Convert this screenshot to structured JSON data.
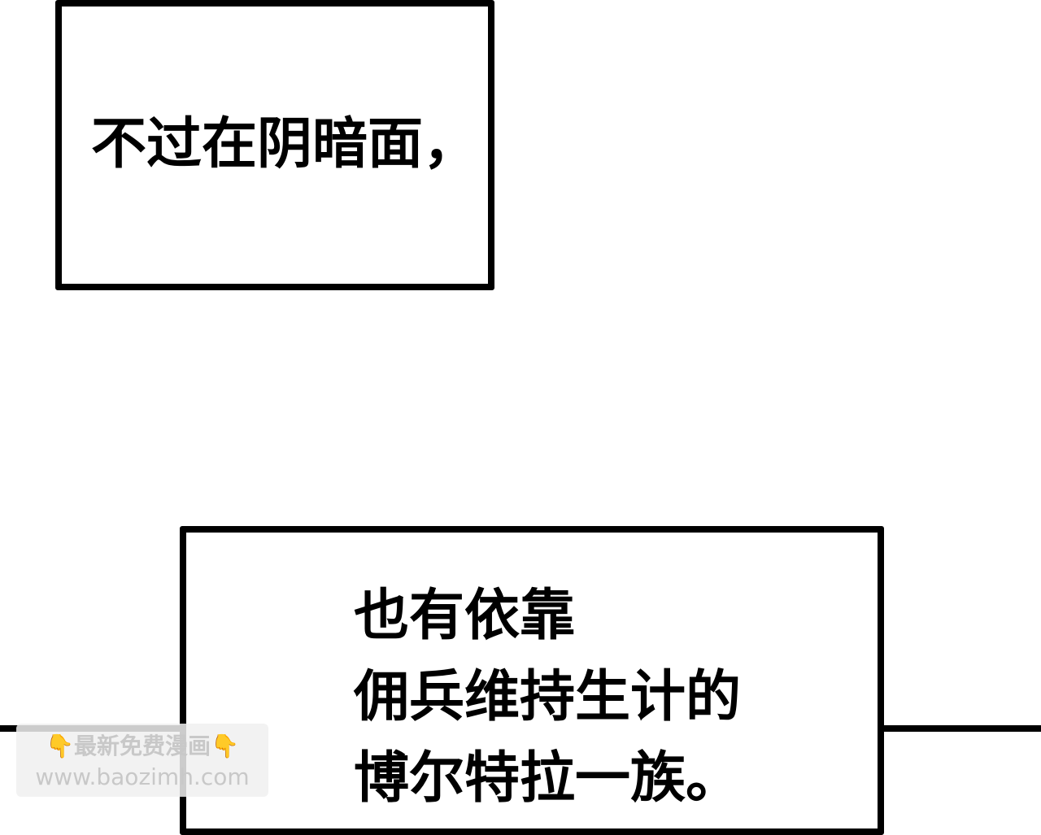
{
  "panels": {
    "top_caption": "不过在阴暗面，",
    "bottom_caption": {
      "line1": "也有依靠",
      "line2": "佣兵维持生计的",
      "line3": "博尔特拉一族。"
    }
  },
  "watermark": {
    "hand_left": "👇",
    "title": "最新免费漫画",
    "hand_right": "👇",
    "url": "www.baozimh.com"
  },
  "colors": {
    "ink": "#000000",
    "paper": "#ffffff",
    "watermark_text": "#c8c8c8",
    "watermark_hand": "#f2c230"
  }
}
